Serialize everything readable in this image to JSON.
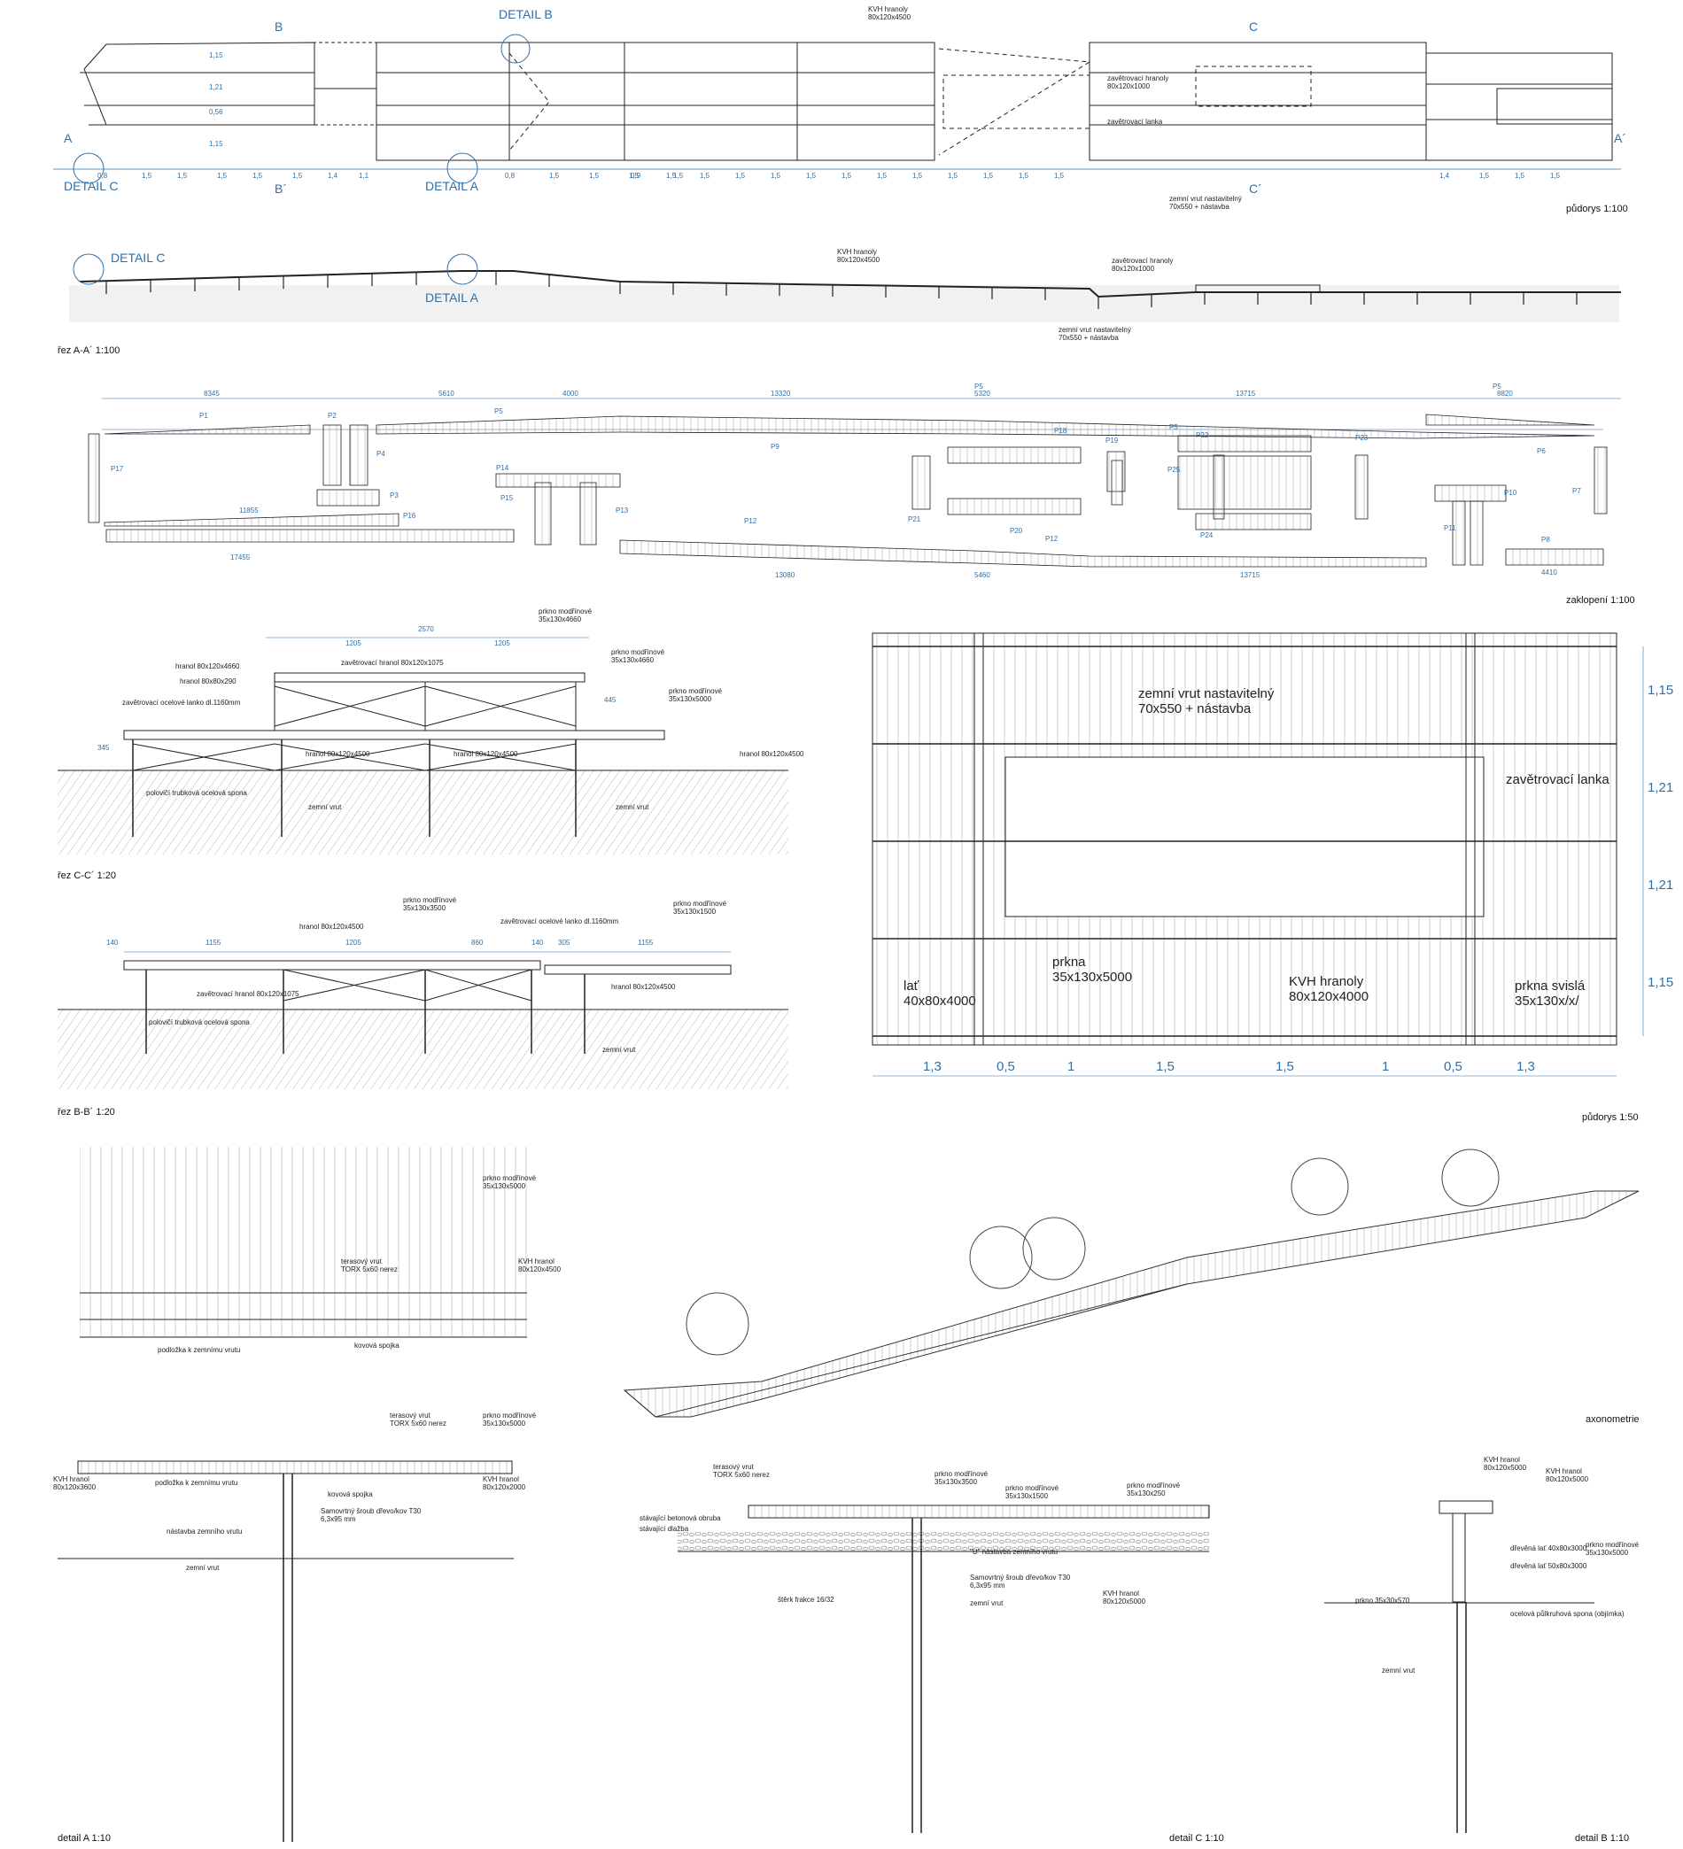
{
  "captions": {
    "plan100": "půdorys 1:100",
    "section_aa": "řez A-A´ 1:100",
    "zaklopeni": "zaklopení 1:100",
    "section_cc": "řez C-C´ 1:20",
    "section_bb": "řez B-B´ 1:20",
    "plan50": "půdorys 1:50",
    "axonometry": "axonometrie",
    "detail_a": "detail A 1:10",
    "detail_c": "detail C 1:10",
    "detail_b": "detail B 1:10"
  },
  "details": {
    "a": "DETAIL A",
    "b": "DETAIL B",
    "c": "DETAIL C"
  },
  "section_marks": {
    "a": "A",
    "a2": "A´",
    "b": "B",
    "b2": "B´",
    "c": "C",
    "c2": "C´"
  },
  "plan100": {
    "kvh": "KVH hranoly\n80x120x4500",
    "zav_hranoly": "zavětrovací hranoly\n80x120x1000",
    "zav_lanka": "zavětrovací lanka",
    "zemni_vrut": "zemní vrut nastavitelný\n70x550 + nástavba",
    "dims": [
      "0,8",
      "1,5",
      "1,5",
      "1,5",
      "1,5",
      "1,5",
      "1,4",
      "1,1",
      "0,8",
      "1,5",
      "1,5",
      "1,5",
      "1,5",
      "0,9",
      "1,5",
      "1,5",
      "1,5",
      "1,5",
      "1,5",
      "1,5",
      "1,5",
      "1,5",
      "1,5",
      "1,5",
      "1,5",
      "1,5",
      "1,4",
      "1,5",
      "1,5",
      "1,5"
    ],
    "side_dims": [
      "1,15",
      "1,21",
      "0,56",
      "1,15"
    ]
  },
  "section_aa": {
    "kvh": "KVH hranoly\n80x120x4500",
    "zav_hranoly": "zavětrovací hranoly\n80x120x1000",
    "zemni_vrut": "zemní vrut nastavitelný\n70x550 + nástavba"
  },
  "zaklopeni": {
    "top_dims": [
      "8345",
      "5610",
      "4000",
      "13320",
      "5320",
      "13715",
      "8820"
    ],
    "bottom_dims": [
      "11855",
      "17455",
      "13080",
      "5460",
      "13715",
      "4410"
    ],
    "panels": [
      "P1",
      "P2",
      "P3",
      "P4",
      "P5",
      "P5",
      "P5",
      "P5",
      "P6",
      "P7",
      "P8",
      "P9",
      "P10",
      "P11",
      "P12",
      "P12",
      "P13",
      "P14",
      "P15",
      "P16",
      "P17",
      "P18",
      "P19",
      "P20",
      "P21",
      "P22",
      "P23",
      "P24",
      "P25"
    ]
  },
  "section_cc": {
    "hranol_4660": "hranol 80x120x4660",
    "hranol_290": "hranol 80x80x290",
    "zav_lanko": "zavětrovací ocelové lanko dl.1160mm",
    "zav_hranol": "zavětrovací hranol 80x120x1075",
    "prkno_1": "prkno modřínové\n35x130x4660",
    "prkno_2": "prkno modřínové\n35x130x4660",
    "prkno_3": "prkno modřínové\n35x130x5000",
    "hranol_4500a": "hranol 80x120x4500",
    "hranol_4500b": "hranol 80x120x4500",
    "hranol_4500c": "hranol 80x120x4500",
    "spona": "polovičí trubková ocelová spona",
    "zemni_vrut_a": "zemní vrut",
    "zemni_vrut_b": "zemní vrut",
    "dims": [
      "2570",
      "1205",
      "1205",
      "445",
      "345"
    ]
  },
  "section_bb": {
    "prkno_1": "prkno modřínové\n35x130x3500",
    "prkno_2": "prkno modřínové\n35x130x1500",
    "hranol": "hranol 80x120x4500",
    "zav_lanko": "zavětrovací ocelové lanko dl.1160mm",
    "zav_hranol": "zavětrovací hranol 80x120x1075",
    "hranol_b": "hranol 80x120x4500",
    "spona": "polovičí trubková ocelová spona",
    "zemni_vrut": "zemní vrut",
    "dims": [
      "140",
      "1155",
      "1205",
      "860",
      "140",
      "305",
      "1155"
    ]
  },
  "plan50": {
    "zemni_vrut": "zemní vrut nastavitelný\n70x550 + nástavba",
    "zav_lanka": "zavětrovací lanka",
    "lat": "lať\n40x80x4000",
    "prkna": "prkna\n35x130x5000",
    "kvh": "KVH hranoly\n80x120x4000",
    "prkna_svisla": "prkna svislá\n35x130x/x/",
    "bottom_dims": [
      "1,3",
      "0,5",
      "1",
      "1,5",
      "1,5",
      "1",
      "0,5",
      "1,3"
    ],
    "side_dims": [
      "1,15",
      "1,21",
      "1,21",
      "1,15"
    ]
  },
  "detail_plan": {
    "prkno": "prkno modřínové\n35x130x5000",
    "kvh": "KVH hranol\n80x120x4500",
    "vrut": "terasový vrut\nTORX 5x60 nerez",
    "podlozka": "podložka k zemnímu vrutu",
    "spojka": "kovová spojka"
  },
  "detail_a": {
    "vrut": "terasový vrut\nTORX 5x60 nerez",
    "prkno": "prkno modřínové\n35x130x5000",
    "kvh_left": "KVH hranol\n80x120x3600",
    "podlozka": "podložka k zemnímu vrutu",
    "spojka": "kovová spojka",
    "kvh_right": "KVH hranol\n80x120x2000",
    "sroub": "Samovrtný šroub dřevo/kov T30\n6,3x95 mm",
    "nastavba": "nástavba zemního vrutu",
    "zemni_vrut": "zemní vrut"
  },
  "detail_c": {
    "vrut": "terasový vrut\nTORX 5x60 nerez",
    "prkno_1": "prkno modřínové\n35x130x3500",
    "prkno_2": "prkno modřínové\n35x130x1500",
    "prkno_3": "prkno modřínové\n35x130x250",
    "obruba": "stávající betonová obruba",
    "dlazba": "stávající dlažba",
    "u_nastavba": "\"U\" nástavba zemního vrutu",
    "sroub": "Samovrtný šroub dřevo/kov T30\n6,3x95 mm",
    "sterk": "štěrk frakce 16/32",
    "zemni_vrut": "zemní vrut",
    "kvh": "KVH hranol\n80x120x5000"
  },
  "detail_b": {
    "kvh_1": "KVH hranol\n80x120x5000",
    "kvh_2": "KVH hranol\n80x120x5000",
    "prkno": "prkno modřínové\n35x130x5000",
    "lat_1": "dřevěná lať 40x80x3000",
    "lat_2": "dřevěná lať 50x80x3000",
    "prkno_b": "prkno 35x30x570",
    "spona": "ocelová půlkruhová spona (objímka)",
    "zemni_vrut": "zemní vrut"
  },
  "colors": {
    "ink": "#222222",
    "blue": "#2f6fa8",
    "grid": "#9aa4ad"
  }
}
